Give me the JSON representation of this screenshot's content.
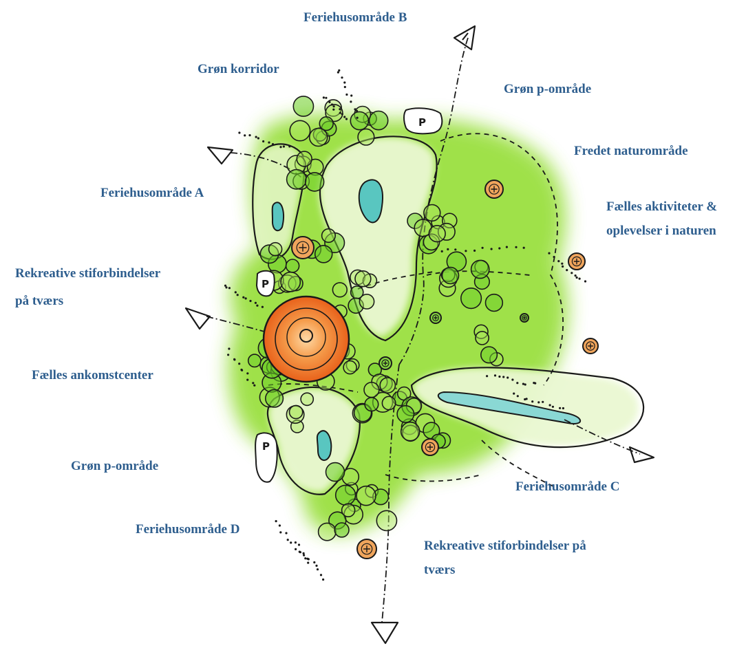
{
  "labels": {
    "feriehus_b": "Feriehusområde B",
    "groen_korridor": "Grøn korridor",
    "groen_p_top": "Grøn p-område",
    "fredet": "Fredet naturområde",
    "feriehus_a": "Feriehusområde A",
    "faelles_akt_1": "Fælles aktiviteter &",
    "faelles_akt_2": "oplevelser i naturen",
    "rekreative_left_1": "Rekreative stiforbindelser",
    "rekreative_left_2": "på tværs",
    "ankomst": "Fælles ankomstcenter",
    "groen_p_bottom": "Grøn p-område",
    "feriehus_c": "Feriehusområde C",
    "feriehus_d": "Feriehusområde D",
    "rekreative_bottom_1": "Rekreative stiforbindelser på",
    "rekreative_bottom_2": "tværs",
    "parking_symbol": "P"
  },
  "colors": {
    "label_text": "#2e5e8e",
    "green_area": "#7fd321",
    "green_light": "#d9f3b4",
    "activity_orange": "#f2a65a",
    "center_orange": "#ef6a1a",
    "water": "#4fc6c2",
    "ink": "#1a1a1a"
  },
  "icons": [
    "direction-arrow-icon",
    "parking-icon",
    "activity-marker-icon",
    "tree-icon",
    "pond-icon"
  ]
}
